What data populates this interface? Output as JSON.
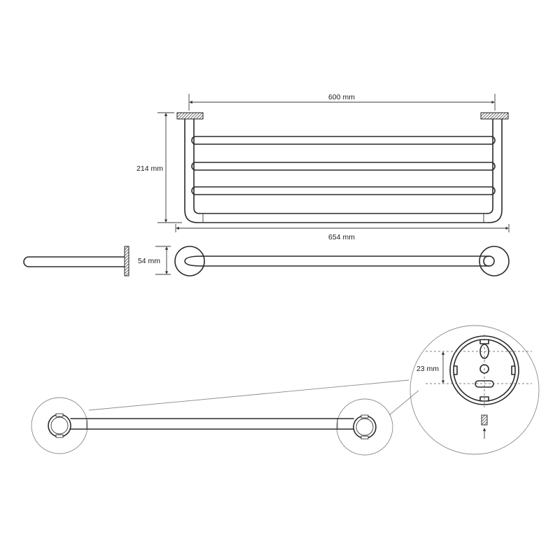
{
  "dimensions": {
    "width_inner": "600 mm",
    "height": "214 mm",
    "width_overall": "654 mm",
    "depth": "54 mm",
    "hole_spacing": "23 mm"
  }
}
